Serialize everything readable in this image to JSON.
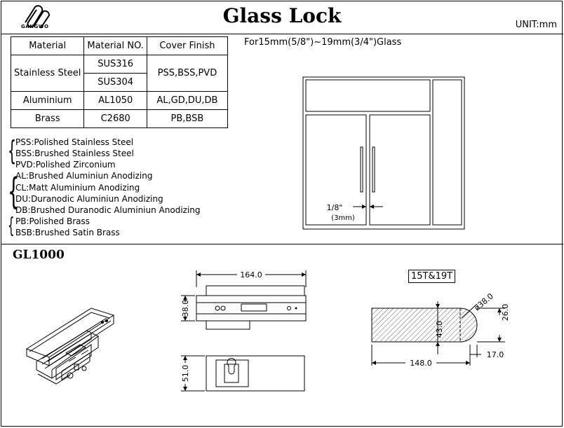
{
  "header": {
    "logo_text": "GANGWO",
    "title": "Glass Lock",
    "unit": "UNIT:mm"
  },
  "material_table": {
    "headers": [
      "Material",
      "Material NO.",
      "Cover Finish"
    ],
    "stainless_steel": {
      "material": "Stainless Steel",
      "numbers": [
        "SUS316",
        "SUS304"
      ],
      "finish": "PSS,BSS,PVD"
    },
    "aluminium": {
      "material": "Aluminium",
      "number": "AL1050",
      "finish": "AL,GD,DU,DB"
    },
    "brass": {
      "material": "Brass",
      "number": "C2680",
      "finish": "PB,BSB"
    }
  },
  "finish_notes": {
    "stainless": [
      "PSS:Polished Stainless Steel",
      "BSS:Brushed Stainless Steel",
      "PVD:Polished Zirconium"
    ],
    "aluminium": [
      "AL:Brushed Aluminiun Anodizing",
      "CL:Matt Aluminium Anodizing",
      "DU:Duranodic Aluminiun Anodizing",
      "DB:Brushed Duranodic Aluminiun Anodizing"
    ],
    "brass": [
      "PB:Polished Brass",
      "BSB:Brushed Satin Brass"
    ]
  },
  "door_diagram": {
    "glass_range": "For15mm(5/8\")~19mm(3/4\")Glass",
    "gap_label": "1/8\"",
    "gap_sub_label": "(3mm)"
  },
  "product": {
    "code": "GL1000",
    "dim_length": "164.0",
    "dim_height": "38.0",
    "dim_end_height": "51.0",
    "glass_tag": "15T&19T",
    "dim_diameter": "ø38.0",
    "dim_thickness": "43.0",
    "dim_offset": "26.0",
    "dim_width": "148.0",
    "dim_edge": "17.0"
  }
}
